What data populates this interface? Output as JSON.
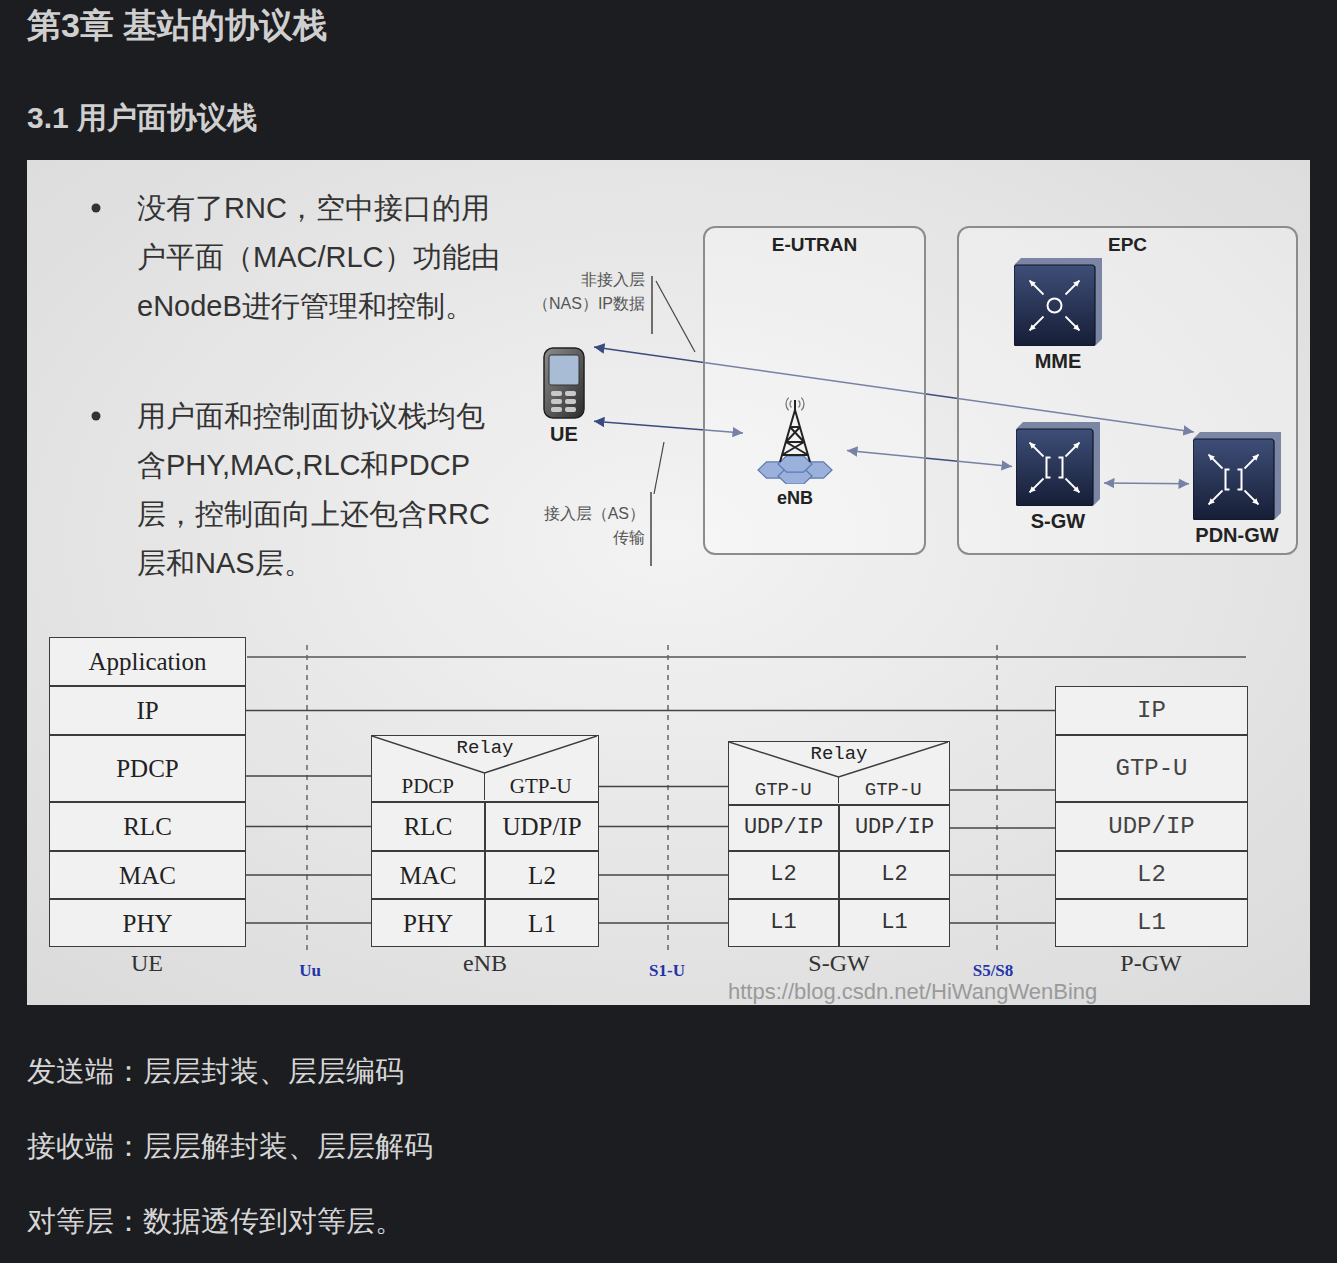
{
  "diagram": {
    "title": "第3章 基站的协议栈",
    "nodes": [
      {
        "text": [
          "UE"
        ]
      },
      {
        "text": [
          "E-UTRAN"
        ]
      },
      {
        "text": [
          "eNB"
        ],
        "in": 1
      },
      {
        "text": [
          "EPC"
        ]
      },
      {
        "text": [
          "MME"
        ],
        "in": 3
      },
      {
        "text": [
          "S-GW"
        ],
        "in": 3
      },
      {
        "text": [
          "PDN-GW"
        ],
        "in": 3
      },
      {
        "text": [
          "Application"
        ]
      },
      {
        "text": [
          "IP"
        ]
      },
      {
        "text": [
          "PDCP"
        ]
      },
      {
        "text": [
          "RLC"
        ]
      },
      {
        "text": [
          "MAC"
        ]
      },
      {
        "text": [
          "PHY"
        ]
      },
      {
        "text": [
          "Relay"
        ]
      },
      {
        "text": [
          "PDCP"
        ],
        "in": 13
      },
      {
        "text": [
          "GTP-U"
        ],
        "in": 13
      },
      {
        "text": [
          "RLC"
        ]
      },
      {
        "text": [
          "UDP/IP"
        ]
      },
      {
        "text": [
          "MAC"
        ]
      },
      {
        "text": [
          "L2"
        ]
      },
      {
        "text": [
          "PHY"
        ]
      },
      {
        "text": [
          "L1"
        ]
      },
      {
        "text": [
          "Relay"
        ]
      },
      {
        "text": [
          "GTP-U"
        ],
        "in": 22
      },
      {
        "text": [
          "GTP-U"
        ],
        "in": 22
      },
      {
        "text": [
          "UDP/IP"
        ]
      },
      {
        "text": [
          "UDP/IP"
        ]
      },
      {
        "text": [
          "L2"
        ]
      },
      {
        "text": [
          "L2"
        ]
      },
      {
        "text": [
          "L1"
        ]
      },
      {
        "text": [
          "L1"
        ]
      },
      {
        "text": [
          "IP"
        ]
      },
      {
        "text": [
          "GTP-U"
        ]
      },
      {
        "text": [
          "UDP/IP"
        ]
      },
      {
        "text": [
          "L2"
        ]
      },
      {
        "text": [
          "L1"
        ]
      }
    ],
    "edges": [
      {
        "from": 0,
        "to": 2,
        "arrow": "both"
      },
      {
        "from": 0,
        "to": 6,
        "arrow": "both"
      },
      {
        "from": 2,
        "to": 5,
        "arrow": "both"
      },
      {
        "from": 5,
        "to": 6,
        "arrow": "both"
      },
      {
        "from": 8,
        "to": 31,
        "arrow": "none"
      },
      {
        "from": 9,
        "to": 14,
        "arrow": "none"
      },
      {
        "from": 10,
        "to": 16,
        "arrow": "none"
      },
      {
        "from": 11,
        "to": 18,
        "arrow": "none"
      },
      {
        "from": 12,
        "to": 20,
        "arrow": "none"
      },
      {
        "from": 15,
        "to": 23,
        "arrow": "none"
      },
      {
        "from": 17,
        "to": 25,
        "arrow": "none"
      },
      {
        "from": 19,
        "to": 27,
        "arrow": "none"
      },
      {
        "from": 21,
        "to": 29,
        "arrow": "none"
      },
      {
        "from": 24,
        "to": 32,
        "arrow": "none"
      },
      {
        "from": 26,
        "to": 33,
        "arrow": "none"
      },
      {
        "from": 28,
        "to": 34,
        "arrow": "none"
      },
      {
        "from": 30,
        "to": 35,
        "arrow": "none"
      }
    ],
    "labels": [
      "3.1 用户面协议栈",
      "没有了RNC，空中接口的用户平面（MAC/RLC）功能由eNodeB进行管理和控制。",
      "用户面和控制面协议栈均包含PHY,MAC,RLC和PDCP层，控制面向上还包含RRC层和NAS层。",
      "非接入层（NAS）IP数据",
      "接入层（AS）传输",
      "UE",
      "Uu",
      "eNB",
      "S1-U",
      "S-GW",
      "S5/S8",
      "P-GW",
      "https://blog.csdn.net/HiWangWenBing",
      "发送端：层层封装、层层编码",
      "接收端：层层解封装、层层解码",
      "对等层：数据透传到对等层。"
    ]
  }
}
